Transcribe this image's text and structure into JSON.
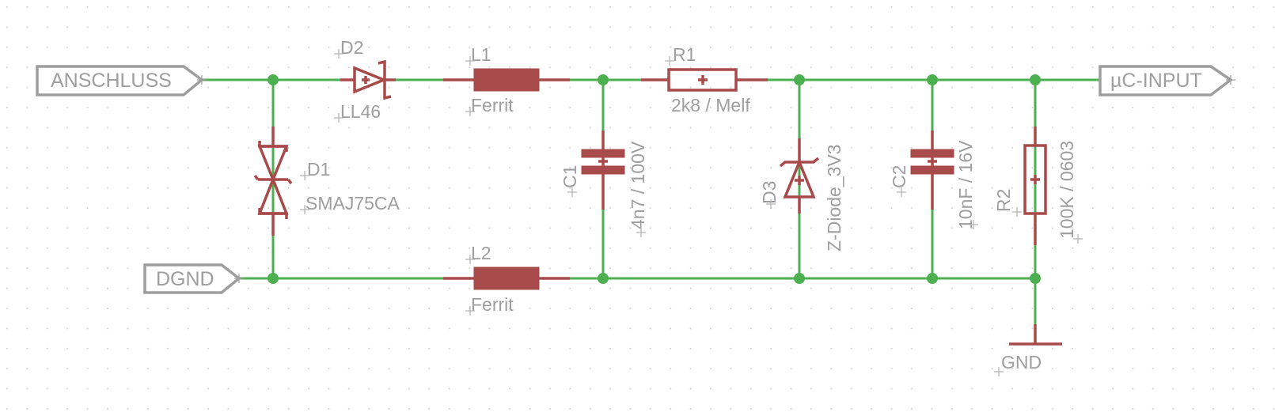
{
  "ports": {
    "anschluss": "ANSCHLUSS",
    "dgnd": "DGND",
    "uc_input": "µC-INPUT"
  },
  "components": {
    "d2": {
      "name": "D2",
      "value": "LL46"
    },
    "l1": {
      "name": "L1",
      "value": "Ferrit"
    },
    "r1": {
      "name": "R1",
      "value": "2k8 / Melf"
    },
    "d1": {
      "name": "D1",
      "value": "SMAJ75CA"
    },
    "c1": {
      "name": "C1",
      "value": "4n7 / 100V"
    },
    "d3": {
      "name": "D3",
      "value": "Z-Diode_3V3"
    },
    "c2": {
      "name": "C2",
      "value": "10nF / 16V"
    },
    "r2": {
      "name": "R2",
      "value": "100K / 0603"
    },
    "l2": {
      "name": "L2",
      "value": "Ferrit"
    }
  },
  "supply": {
    "gnd": "GND"
  },
  "colors": {
    "wire": "#4caf50",
    "component": "#a94a4a",
    "label": "#9e9e9e",
    "grid": "#cfcfcf"
  }
}
